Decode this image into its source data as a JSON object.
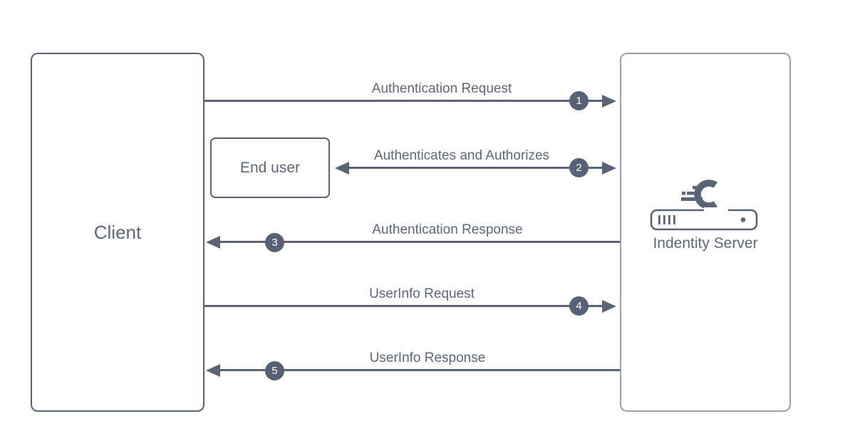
{
  "diagram": {
    "client": {
      "label": "Client"
    },
    "end_user": {
      "label": "End user"
    },
    "identity_server": {
      "label": "Indentity Server",
      "logo_icon": "identityserver-comet-c-logo",
      "tray_icon": "server-tray"
    },
    "flows": [
      {
        "number": "1",
        "label": "Authentication Request",
        "direction": "right"
      },
      {
        "number": "2",
        "label": "Authenticates and Authorizes",
        "direction": "both"
      },
      {
        "number": "3",
        "label": "Authentication Response",
        "direction": "left"
      },
      {
        "number": "4",
        "label": "UserInfo Request",
        "direction": "right"
      },
      {
        "number": "5",
        "label": "UserInfo Response",
        "direction": "left"
      }
    ],
    "colors": {
      "line": "#5b6477",
      "badge": "#566077",
      "text": "#5d6779",
      "server_border": "#9aa1ae",
      "background": "#ffffff"
    }
  }
}
